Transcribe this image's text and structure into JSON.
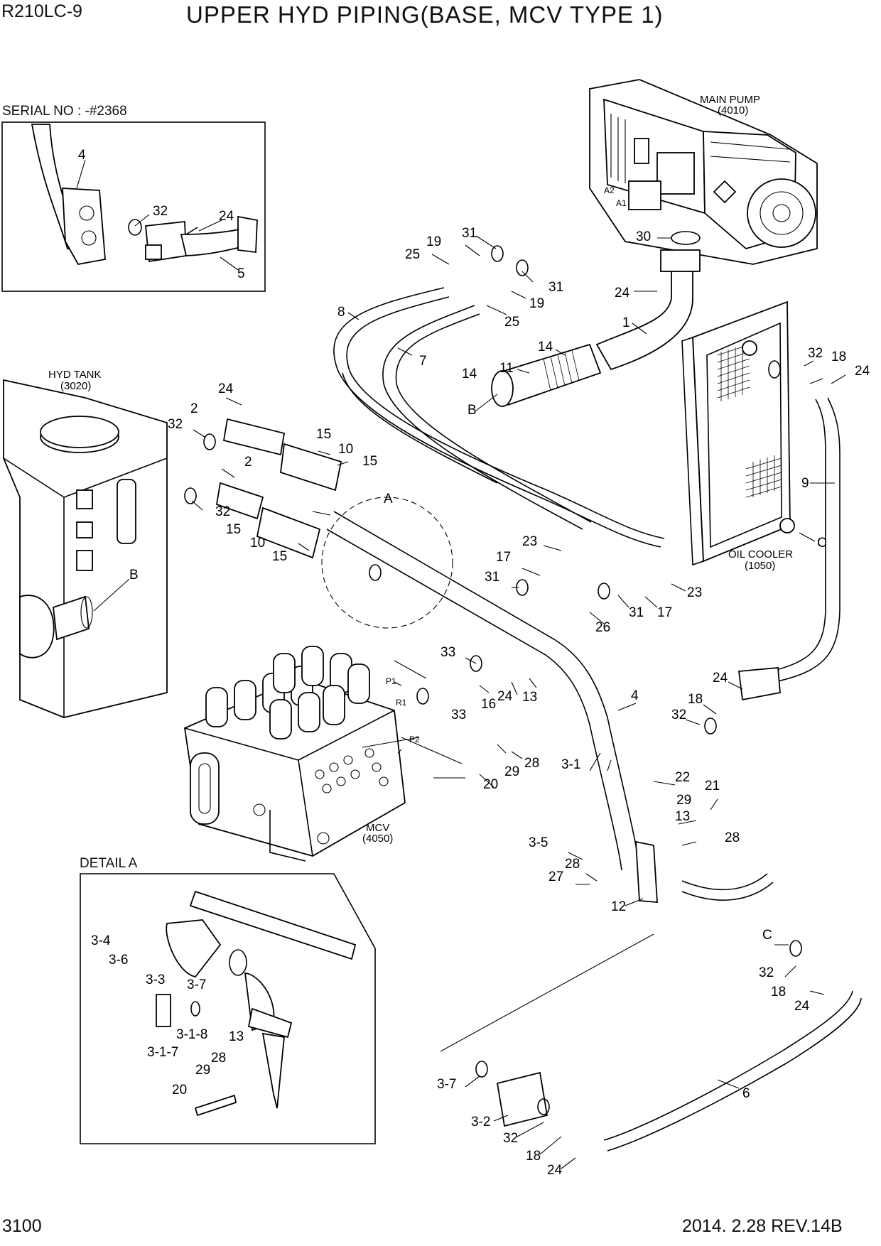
{
  "header": {
    "model": "R210LC-9",
    "title": "UPPER HYD PIPING(BASE, MCV TYPE 1)"
  },
  "inset": {
    "serial": "SERIAL NO : -#2368",
    "callouts": [
      "4",
      "32",
      "24",
      "5"
    ]
  },
  "components": {
    "main_pump": [
      "MAIN PUMP",
      "(4010)"
    ],
    "hyd_tank": [
      "HYD TANK",
      "(3020)"
    ],
    "oil_cooler": [
      "OIL COOLER",
      "(1050)"
    ],
    "mcv": [
      "MCV",
      "(4050)"
    ],
    "ports": [
      "A2",
      "A1",
      "P1",
      "R1",
      "P2"
    ]
  },
  "main_callouts": [
    "31",
    "19",
    "25",
    "30",
    "31",
    "19",
    "25",
    "24",
    "8",
    "1",
    "7",
    "14",
    "11",
    "14",
    "B",
    "32",
    "18",
    "24",
    "24",
    "2",
    "32",
    "15",
    "10",
    "15",
    "2",
    "32",
    "15",
    "10",
    "15",
    "A",
    "9",
    "C",
    "23",
    "17",
    "31",
    "31",
    "17",
    "23",
    "26",
    "B",
    "33",
    "24",
    "16",
    "13",
    "33",
    "4",
    "24",
    "18",
    "32",
    "28",
    "29",
    "20",
    "3-1",
    "22",
    "29",
    "21",
    "13",
    "28",
    "3-5",
    "28",
    "27",
    "12"
  ],
  "detail_a": {
    "label": "DETAIL A",
    "callouts": [
      "3-4",
      "3-6",
      "3-3",
      "3-7",
      "3-1-8",
      "3-1-7",
      "13",
      "28",
      "29",
      "20"
    ]
  },
  "lower_callouts": [
    "C",
    "32",
    "18",
    "24",
    "6",
    "3-7",
    "3-2",
    "32",
    "18",
    "24"
  ],
  "footer": {
    "page": "3100",
    "revision": "2014. 2.28  REV.14B"
  }
}
